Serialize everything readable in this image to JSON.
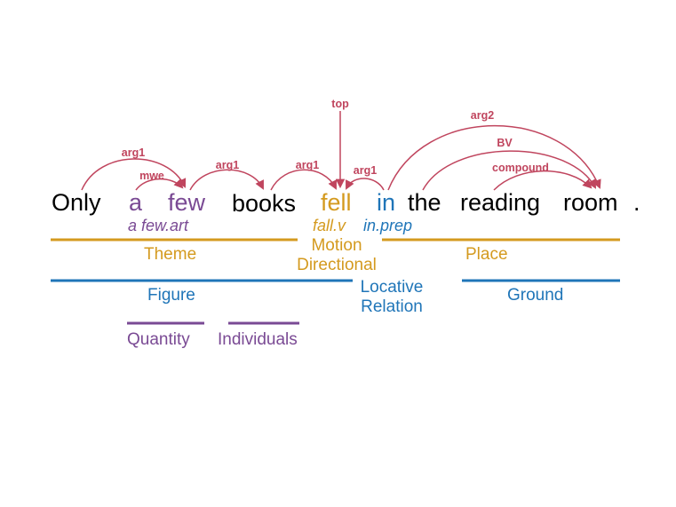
{
  "colors": {
    "arc": "#c0455e",
    "scene_role": "#d49a1f",
    "function": "#1f75b8",
    "quantity": "#7a4a94",
    "text": "#000000"
  },
  "tokens": [
    "Only",
    "a",
    "few",
    "books",
    "fell",
    "in",
    "the",
    "reading",
    "room",
    "."
  ],
  "lemmas": {
    "a_few": "a few.art",
    "fell": "fall.v",
    "in": "in.prep"
  },
  "edges": {
    "top": "top",
    "arg1_only_few": "arg1",
    "mwe": "mwe",
    "arg1_few_books": "arg1",
    "arg1_books_fell": "arg1",
    "arg1_in_fell": "arg1",
    "arg2": "arg2",
    "bv": "BV",
    "compound": "compound"
  },
  "roles": {
    "theme": "Theme",
    "motion_line1": "Motion",
    "motion_line2": "Directional",
    "place": "Place",
    "figure": "Figure",
    "locative_line1": "Locative",
    "locative_line2": "Relation",
    "ground": "Ground",
    "quantity": "Quantity",
    "individuals": "Individuals"
  }
}
